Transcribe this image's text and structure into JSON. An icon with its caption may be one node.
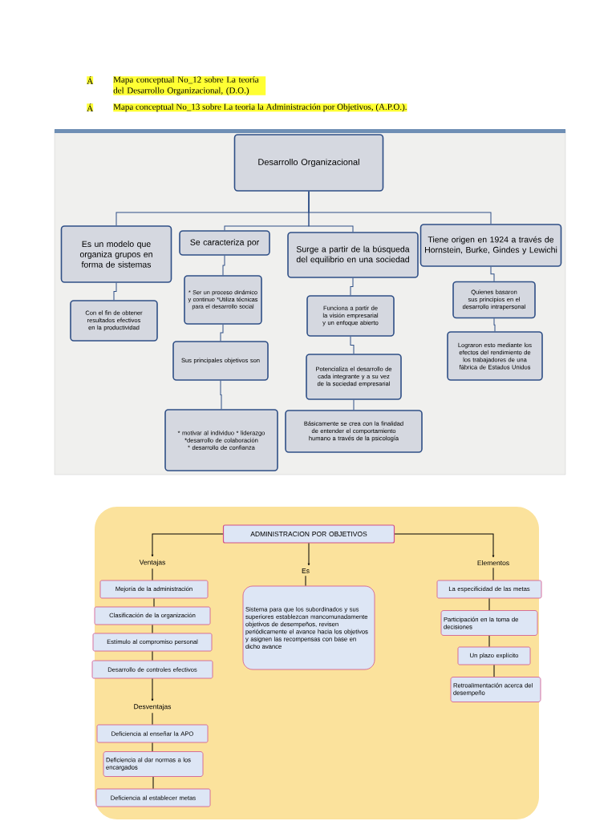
{
  "diagram": {
    "nodes": [
      {
        "text": [
          "Desarrollo Organizacional"
        ]
      },
      {
        "text": [
          "Es un modelo que organiza grupos en forma de sistemas"
        ]
      },
      {
        "text": [
          "Se caracteriza por"
        ]
      },
      {
        "text": [
          "Surge a partir de la búsqueda del equilibrio en una sociedad"
        ]
      },
      {
        "text": [
          "Tiene origen en 1924 a través de Hornstein, Burke, Gindes y Lewichi"
        ]
      },
      {
        "text": [
          "Con el fin de obtener resultados efectivos en la productividad"
        ]
      },
      {
        "text": [
          "* Ser un proceso dinámico y continuo *Utiliza técnicas para el desarrollo social"
        ]
      },
      {
        "text": [
          "Sus principales objetivos son"
        ]
      },
      {
        "text": [
          "* motivar al individuo * liderazgo *desarrollo de colaboración * desarrollo de confianza"
        ]
      },
      {
        "text": [
          "Funciona a partir de la visión empresarial y un enfoque abierto"
        ]
      },
      {
        "text": [
          "Potencializa el desarrollo de cada integrante y a su vez de la sociedad empresarial"
        ]
      },
      {
        "text": [
          "Básicamente se crea con la finalidad de entender el comportamiento humano a través de la psicología"
        ]
      },
      {
        "text": [
          "Quienes basaron sus principios en el desarrollo intrapersonal"
        ]
      },
      {
        "text": [
          "Lograron esto mediante los efectos del rendimiento de los trabajadores de una fábrica de Estados Unidos"
        ]
      },
      {
        "text": [
          "ADMINISTRACION POR OBJETIVOS"
        ]
      },
      {
        "text": [
          "Ventajas"
        ]
      },
      {
        "text": [
          "Es"
        ]
      },
      {
        "text": [
          "Elementos"
        ]
      },
      {
        "text": [
          "Mejoría de la administración"
        ]
      },
      {
        "text": [
          "Clasificación de la organización"
        ]
      },
      {
        "text": [
          "Estímulo al compromiso personal"
        ]
      },
      {
        "text": [
          "Desarrollo de controles efectivos"
        ]
      },
      {
        "text": [
          "Desventajas"
        ]
      },
      {
        "text": [
          "Deficiencia al enseñar la APO"
        ]
      },
      {
        "text": [
          "Deficiencia al dar normas a los encargados"
        ]
      },
      {
        "text": [
          "Deficiencia al establecer metas"
        ]
      },
      {
        "text": [
          "Sistema para que los subordinados y sus superiores establezcan mancomunadamente objetivos de desempeños, revisen periódicamente el avance hacia los objetivos y asignen las recompensas con base en dicho avance"
        ]
      },
      {
        "text": [
          "La especificidad de las metas"
        ]
      },
      {
        "text": [
          "Participación en la toma de decisiones"
        ]
      },
      {
        "text": [
          "Un plazo explícito"
        ]
      },
      {
        "text": [
          "Retroalimentación acerca del desempeño"
        ]
      }
    ],
    "edges": [
      {
        "from": 0,
        "to": 1,
        "arrow": "none",
        "color": "#2f4f86"
      },
      {
        "from": 0,
        "to": 2,
        "arrow": "none",
        "color": "#2f4f86"
      },
      {
        "from": 0,
        "to": 3,
        "arrow": "none",
        "color": "#2f4f86"
      },
      {
        "from": 0,
        "to": 4,
        "arrow": "none",
        "color": "#2f4f86"
      },
      {
        "from": 1,
        "to": 5,
        "arrow": "none",
        "color": "#2f4f86"
      },
      {
        "from": 2,
        "to": 6,
        "arrow": "none",
        "color": "#2f4f86"
      },
      {
        "from": 6,
        "to": 7,
        "arrow": "none",
        "color": "#2f4f86"
      },
      {
        "from": 7,
        "to": 8,
        "arrow": "none",
        "color": "#2f4f86"
      },
      {
        "from": 3,
        "to": 9,
        "arrow": "none",
        "color": "#2f4f86"
      },
      {
        "from": 9,
        "to": 10,
        "arrow": "none",
        "color": "#2f4f86"
      },
      {
        "from": 10,
        "to": 11,
        "arrow": "none",
        "color": "#2f4f86"
      },
      {
        "from": 4,
        "to": 12,
        "arrow": "none",
        "color": "#2f4f86"
      },
      {
        "from": 12,
        "to": 13,
        "arrow": "none",
        "color": "#2f4f86"
      },
      {
        "from": 14,
        "to": 15,
        "arrow": "to"
      },
      {
        "from": 14,
        "to": 16,
        "arrow": "to"
      },
      {
        "from": 14,
        "to": 17,
        "arrow": "to"
      },
      {
        "from": 15,
        "to": 18,
        "arrow": "none"
      },
      {
        "from": 18,
        "to": 19,
        "arrow": "none"
      },
      {
        "from": 19,
        "to": 20,
        "arrow": "none"
      },
      {
        "from": 20,
        "to": 21,
        "arrow": "none"
      },
      {
        "from": 21,
        "to": 22,
        "arrow": "to"
      },
      {
        "from": 22,
        "to": 23,
        "arrow": "none"
      },
      {
        "from": 23,
        "to": 24,
        "arrow": "none"
      },
      {
        "from": 24,
        "to": 25,
        "arrow": "none"
      },
      {
        "from": 16,
        "to": 26,
        "arrow": "none"
      },
      {
        "from": 17,
        "to": 27,
        "arrow": "none"
      },
      {
        "from": 27,
        "to": 28,
        "arrow": "none"
      },
      {
        "from": 28,
        "to": 29,
        "arrow": "none"
      },
      {
        "from": 29,
        "to": 30,
        "arrow": "none"
      }
    ],
    "labels": [
      "Á",
      "Mapa conceptual No_12 sobre La teoría del Desarrollo Organizacional, (D.O.)",
      "Á",
      "Mapa conceptual No_13 sobre La teoria la Administración por Objetivos, (A.P.O.)."
    ]
  }
}
